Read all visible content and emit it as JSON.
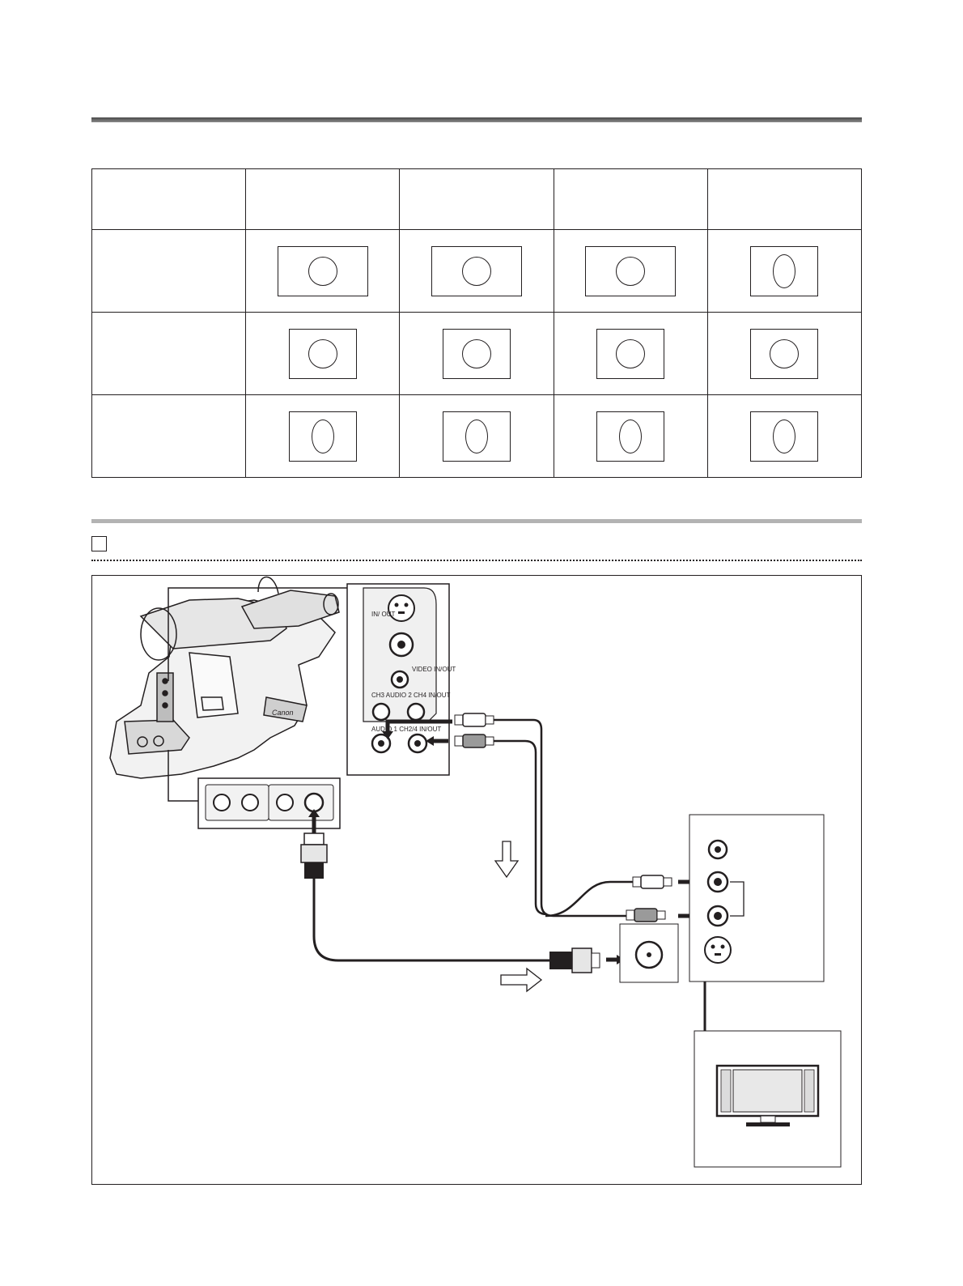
{
  "table": {
    "header": [
      "",
      "",
      "",
      "",
      ""
    ],
    "rows": [
      {
        "label": "",
        "cells": [
          {
            "frame": "wide",
            "shape": "circle"
          },
          {
            "frame": "wide",
            "shape": "circle"
          },
          {
            "frame": "wide",
            "shape": "circle"
          },
          {
            "frame": "std",
            "shape": "oval"
          }
        ]
      },
      {
        "label": "",
        "cells": [
          {
            "frame": "std",
            "shape": "circle"
          },
          {
            "frame": "std",
            "shape": "circle"
          },
          {
            "frame": "std",
            "shape": "circle"
          },
          {
            "frame": "std",
            "shape": "circle"
          }
        ]
      },
      {
        "label": "",
        "cells": [
          {
            "frame": "std",
            "shape": "oval"
          },
          {
            "frame": "std",
            "shape": "oval"
          },
          {
            "frame": "std",
            "shape": "oval"
          },
          {
            "frame": "std",
            "shape": "oval"
          }
        ]
      }
    ]
  },
  "step_number": "",
  "diagram": {
    "panel_labels": {
      "s_video": "IN/ OUT",
      "video": "VIDEO IN/OUT",
      "audio2": "CH3 AUDIO 2 CH4 IN/OUT",
      "audio1": "AUDIO 1 CH2/4 IN/OUT",
      "brand": "Canon"
    },
    "arrow_directions": [
      "down",
      "right"
    ]
  }
}
